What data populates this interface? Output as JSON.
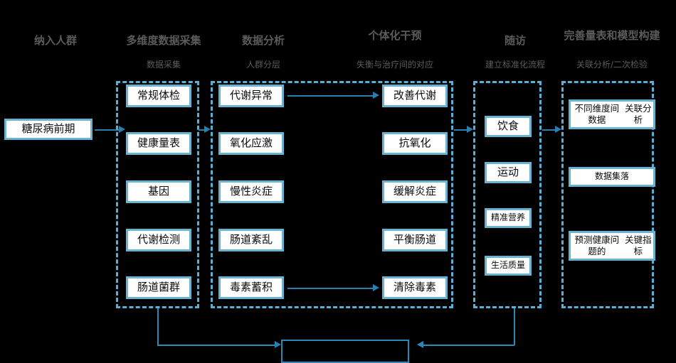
{
  "diagram": {
    "title_color": "#5b5b5b",
    "accent_color": "#6ab3d0",
    "line_color": "#2b7fae",
    "background_color": "#000000",
    "node_fill": "#ffffff"
  },
  "stages": [
    {
      "title": "纳入人群",
      "subtitle": "",
      "nodes": [
        "糖尿病前期"
      ]
    },
    {
      "title": "多维度数据采集",
      "subtitle": "数据采集",
      "nodes": [
        "常规体检",
        "健康量表",
        "基因",
        "代谢检测",
        "肠道菌群"
      ]
    },
    {
      "title": "数据分析",
      "subtitle": "人群分层",
      "nodes": [
        "代谢异常",
        "氧化应激",
        "慢性炎症",
        "肠道紊乱",
        "毒素蓄积"
      ]
    },
    {
      "title": "个体化干预",
      "subtitle": "失衡与治疗间的对应",
      "nodes": [
        "改善代谢",
        "抗氧化",
        "缓解炎症",
        "平衡肠道",
        "清除毒素"
      ]
    },
    {
      "title": "随访",
      "subtitle": "建立标准化流程",
      "nodes": [
        "饮食",
        "运动",
        "精准营养",
        "生活质量"
      ]
    },
    {
      "title": "完善量表和模型构建",
      "subtitle": "关联分析/二次检验",
      "nodes": [
        "不同维度间数据\n关联分析",
        "数据集落",
        "预测健康问题的\n关键指标"
      ]
    }
  ],
  "feedback": {
    "label": ""
  },
  "icons": {
    "arrow_right": "arrow-right-icon",
    "arrow_left": "arrow-left-icon"
  }
}
